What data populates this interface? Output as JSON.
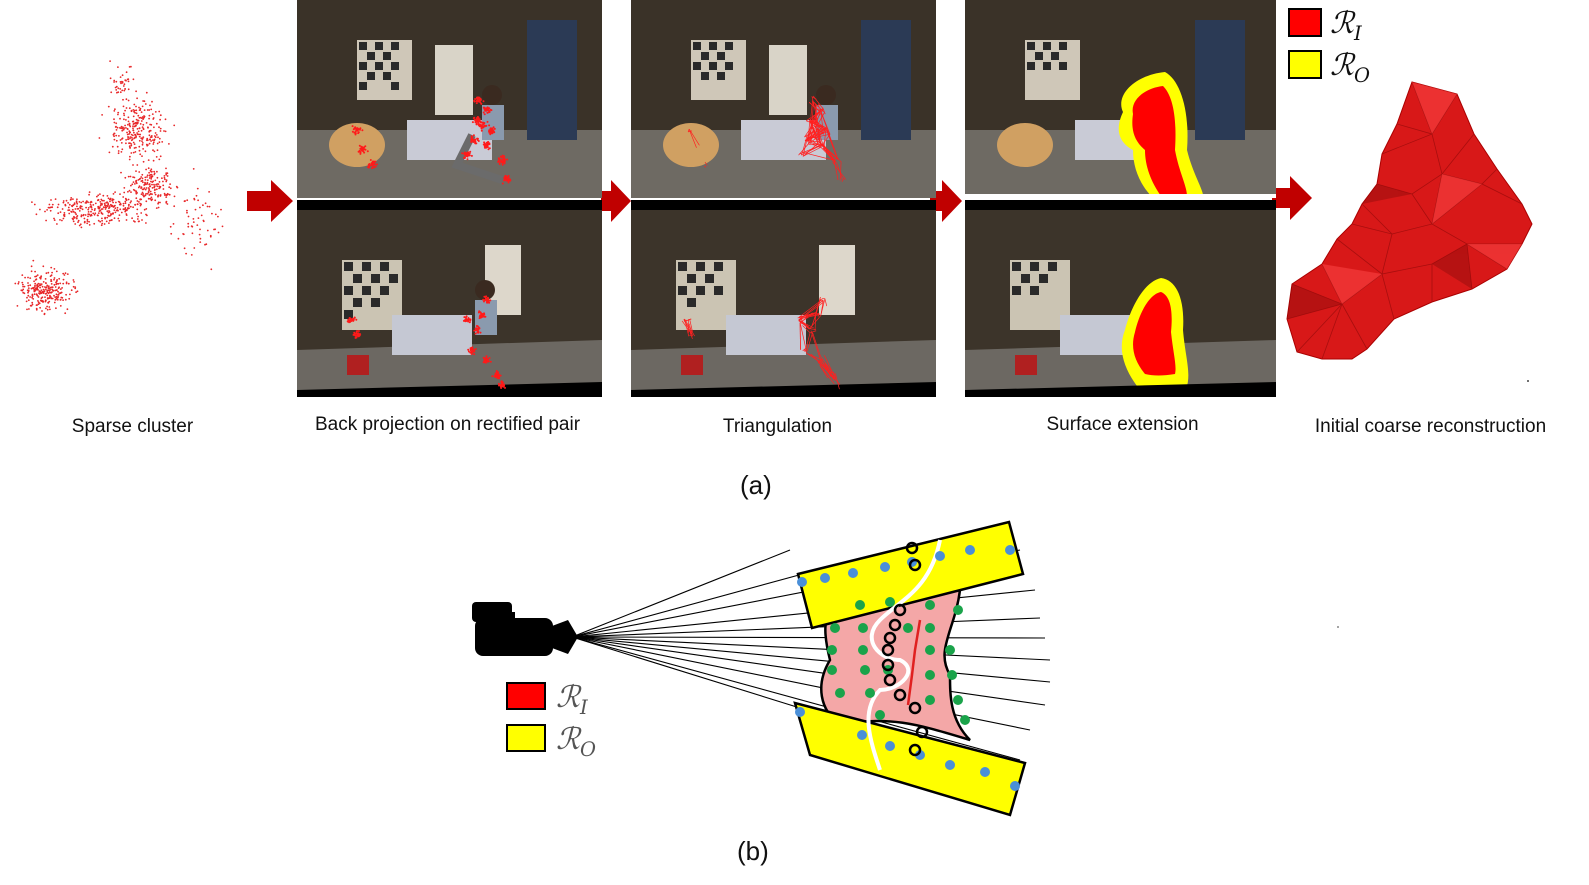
{
  "panel_a": {
    "steps": [
      {
        "caption": "Sparse cluster"
      },
      {
        "caption": "Back projection on rectified pair"
      },
      {
        "caption": "Triangulation"
      },
      {
        "caption": "Surface extension"
      },
      {
        "caption": "Initial coarse reconstruction"
      }
    ],
    "label": "(a)",
    "legend": {
      "inner": {
        "symbol": "ℛ",
        "subscript": "I",
        "color": "#ff0000"
      },
      "outer": {
        "symbol": "ℛ",
        "subscript": "O",
        "color": "#ffff00"
      }
    }
  },
  "panel_b": {
    "label": "(b)",
    "legend": {
      "inner": {
        "symbol": "ℛ",
        "subscript": "I",
        "color": "#ff0000"
      },
      "outer": {
        "symbol": "ℛ",
        "subscript": "O",
        "color": "#ffff00"
      }
    }
  },
  "colors": {
    "arrow": "#c00000",
    "inner_region": "#ff0000",
    "outer_region": "#ffff00",
    "mesh": "#d41414",
    "pink_region": "#f4a7a7",
    "green_dot": "#1aa34a",
    "blue_dot": "#4a8fd8"
  }
}
